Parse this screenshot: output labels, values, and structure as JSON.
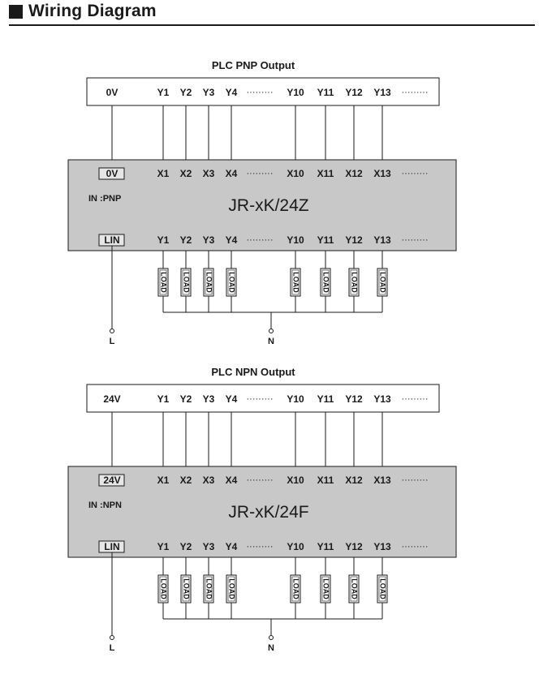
{
  "header": {
    "title": "Wiring Diagram"
  },
  "diagrams": [
    {
      "plc_title": "PLC PNP Output",
      "plc_common": "0V",
      "plc_outputs": [
        "Y1",
        "Y2",
        "Y3",
        "Y4",
        "Y10",
        "Y11",
        "Y12",
        "Y13"
      ],
      "relay_common": "0V",
      "relay_inputs": [
        "X1",
        "X2",
        "X3",
        "X4",
        "X10",
        "X11",
        "X12",
        "X13"
      ],
      "relay_mode": "IN :PNP",
      "relay_model": "JR-xK/24Z",
      "relay_lin": "LIN",
      "relay_outputs": [
        "Y1",
        "Y2",
        "Y3",
        "Y4",
        "Y10",
        "Y11",
        "Y12",
        "Y13"
      ],
      "load_label": "LOAD",
      "terminal_l": "L",
      "terminal_n": "N",
      "ellipsis": "·········"
    },
    {
      "plc_title": "PLC NPN Output",
      "plc_common": "24V",
      "plc_outputs": [
        "Y1",
        "Y2",
        "Y3",
        "Y4",
        "Y10",
        "Y11",
        "Y12",
        "Y13"
      ],
      "relay_common": "24V",
      "relay_inputs": [
        "X1",
        "X2",
        "X3",
        "X4",
        "X10",
        "X11",
        "X12",
        "X13"
      ],
      "relay_mode": "IN :NPN",
      "relay_model": "JR-xK/24F",
      "relay_lin": "LIN",
      "relay_outputs": [
        "Y1",
        "Y2",
        "Y3",
        "Y4",
        "Y10",
        "Y11",
        "Y12",
        "Y13"
      ],
      "load_label": "LOAD",
      "terminal_l": "L",
      "terminal_n": "N",
      "ellipsis": "·········"
    }
  ],
  "colors": {
    "relay_fill": "#c8c8c8",
    "line": "#1a1a1a",
    "label_box_fill": "#e6e6e6"
  }
}
